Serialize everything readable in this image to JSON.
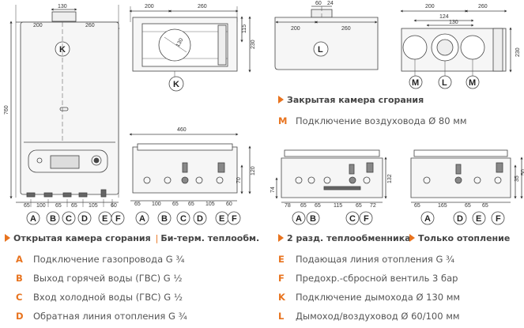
{
  "dims": {
    "d130": "130",
    "d200": "200",
    "d260": "260",
    "d760": "760",
    "d115": "115",
    "d230": "230",
    "d60": "60",
    "d24": "24",
    "d124": "124",
    "d460": "460",
    "d120": "120",
    "d70": "70",
    "d65": "65",
    "d100": "100",
    "d105": "105",
    "d78": "78",
    "d72": "72",
    "d115b": "115",
    "d132": "132",
    "d74": "74",
    "d165": "165",
    "d50": "50",
    "d35": "35",
    "d_l130": "130",
    "d_k_dia": "130"
  },
  "labels": {
    "A": "A",
    "B": "B",
    "C": "C",
    "D": "D",
    "E": "E",
    "F": "F",
    "K": "K",
    "L": "L",
    "M": "M"
  },
  "captions": {
    "closed_chamber": "Закрытая камера сгорания",
    "open_chamber": "Открытая камера сгорания",
    "bitherm": "Би-терм. теплообм.",
    "two_exch": "2 разд. теплообменника",
    "heating_only": "Только отопление",
    "separator": "|"
  },
  "legend": {
    "M": {
      "code": "M",
      "text": "Подключение воздуховода Ø 80 мм"
    },
    "A": {
      "code": "A",
      "text": "Подключение газопровода G ¾"
    },
    "B": {
      "code": "B",
      "text": "Выход горячей воды (ГВС) G ½"
    },
    "C": {
      "code": "C",
      "text": "Вход холодной воды (ГВС) G ½"
    },
    "D": {
      "code": "D",
      "text": "Обратная линия отопления G ¾"
    },
    "E": {
      "code": "E",
      "text": "Подающая линия отопления G ¾"
    },
    "F": {
      "code": "F",
      "text": "Предохр.-сбросной вентиль 3 бар"
    },
    "K": {
      "code": "K",
      "text": "Подключение дымохода Ø 130 мм"
    },
    "L": {
      "code": "L",
      "text": "Дымоход/воздуховод Ø 60/100 мм"
    }
  },
  "colors": {
    "accent": "#e8731e",
    "line": "#444444",
    "body": "#f3f3f3"
  }
}
